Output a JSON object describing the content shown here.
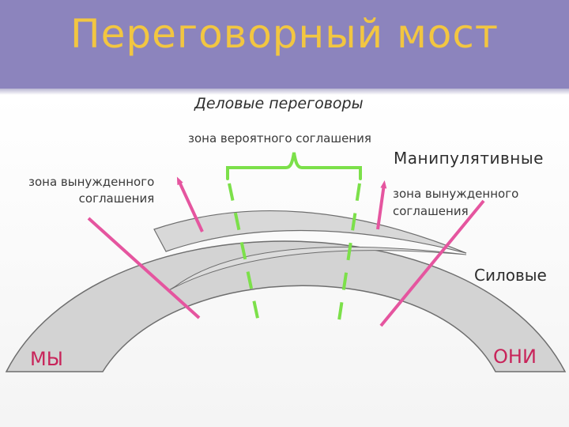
{
  "slide": {
    "title": "Переговорный мост",
    "subtitle": "Деловые переговоры",
    "zone_probable": "зона вероятного соглашения",
    "zone_forced_left": [
      "зона вынужденного",
      "соглашения"
    ],
    "zone_forced_right": [
      "зона вынужденного",
      "соглашения"
    ],
    "manipulative": "Манипулятивные",
    "power": "Силовые",
    "we": "МЫ",
    "they": "ОНИ"
  },
  "colors": {
    "header": "#8c84bd",
    "title": "#f2c641",
    "arch_fill": "#d3d3d3",
    "arch_stroke": "#6e6e6e",
    "bracket_green": "#7ce04a",
    "arrow_pink": "#e5559f",
    "party_text": "#c8245a"
  }
}
